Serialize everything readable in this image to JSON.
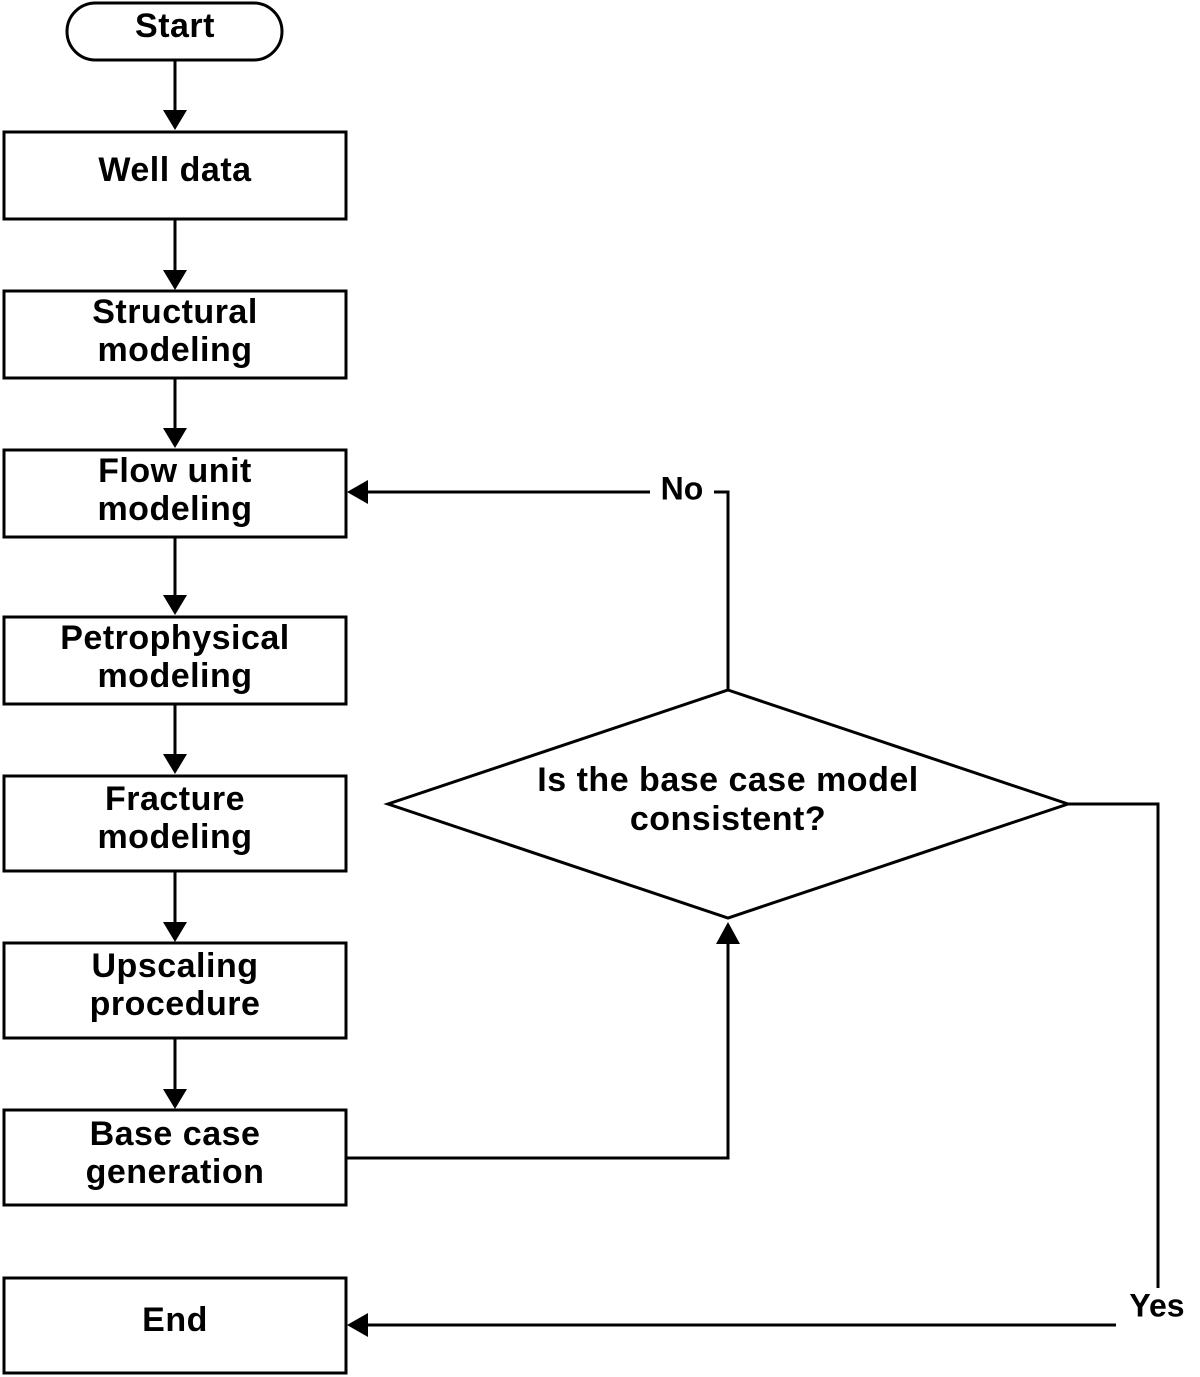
{
  "nodes": {
    "start": {
      "label": "Start"
    },
    "well_data": {
      "label": "Well data"
    },
    "structural": {
      "line1": "Structural",
      "line2": "modeling"
    },
    "flow_unit": {
      "line1": "Flow unit",
      "line2": "modeling"
    },
    "petrophysical": {
      "line1": "Petrophysical",
      "line2": "modeling"
    },
    "fracture": {
      "line1": "Fracture",
      "line2": "modeling"
    },
    "upscaling": {
      "line1": "Upscaling",
      "line2": "procedure"
    },
    "base_case": {
      "line1": "Base case",
      "line2": "generation"
    },
    "decision": {
      "line1": "Is the base case model",
      "line2": "consistent?"
    },
    "end": {
      "label": "End"
    }
  },
  "edges": {
    "no_label": "No",
    "yes_label": "Yes"
  }
}
